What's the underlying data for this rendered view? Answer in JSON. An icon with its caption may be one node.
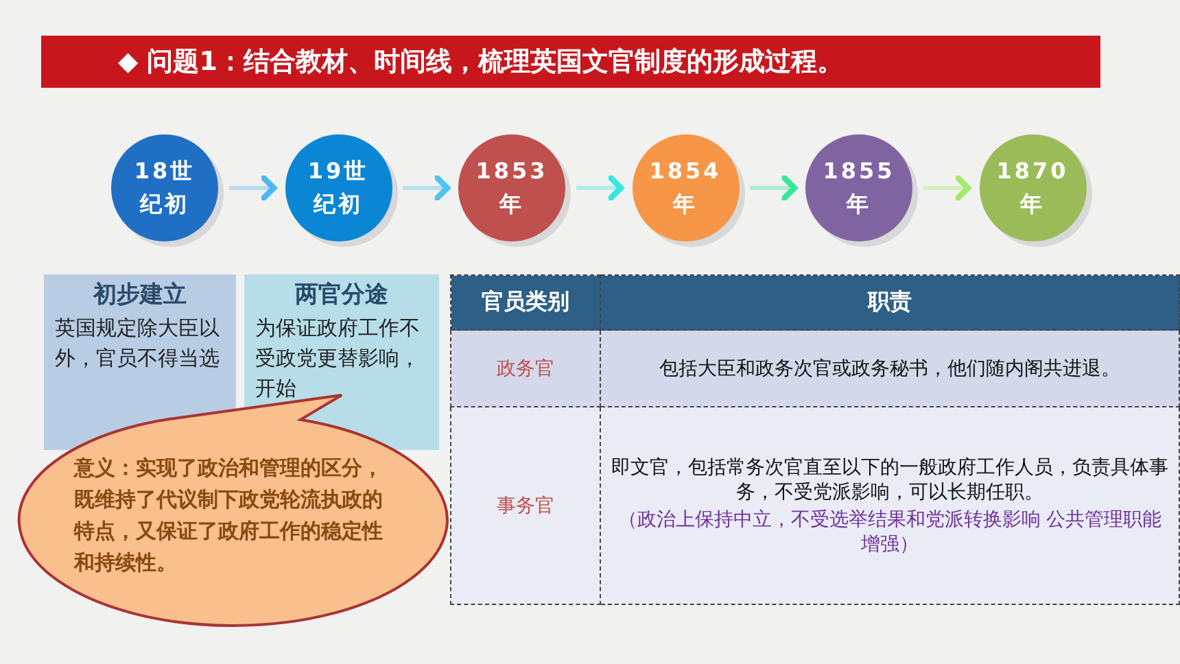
{
  "diagram": {
    "title": "◆ 问题1：结合教材、时间线，梳理英国文官制度的形成过程。",
    "nodes": [
      {
        "text": [
          "18世纪初"
        ]
      },
      {
        "text": [
          "19世纪初"
        ]
      },
      {
        "text": [
          "1853年"
        ]
      },
      {
        "text": [
          "1854年"
        ]
      },
      {
        "text": [
          "1855年"
        ]
      },
      {
        "text": [
          "1870年"
        ]
      },
      {
        "text": [
          "初步建立",
          "英国规定除大臣以外，官员不得当选"
        ]
      },
      {
        "text": [
          "两官分途",
          "为保证政府工作不受政党更替影响，开始"
        ]
      },
      {
        "text": [
          "意义：实现了政治和管理的区分，既维持了代议制下政党轮流执政的特点，又保证了政府工作的稳定性和持续性。"
        ]
      }
    ],
    "edges": [
      {
        "from": 0,
        "to": 1,
        "arrow": "to",
        "color": "#4db8f0"
      },
      {
        "from": 1,
        "to": 2,
        "arrow": "to",
        "color": "#4dc4f0"
      },
      {
        "from": 2,
        "to": 3,
        "arrow": "to",
        "color": "#33e8e0"
      },
      {
        "from": 3,
        "to": 4,
        "arrow": "to",
        "color": "#33e89a"
      },
      {
        "from": 4,
        "to": 5,
        "arrow": "to",
        "color": "#a6e86a"
      }
    ],
    "labels": [
      "官员类别",
      "职责",
      "政务官",
      "包括大臣和政务次官或政务秘书，他们随内阁共进退。",
      "事务官",
      "即文官，包括常务次官直至以下的一般政府工作人员，负责具体事务，不受党派影响，可以长期任职。",
      "（政治上保持中立，不受选举结果和党派转换影响 公共管理职能增强）"
    ]
  }
}
